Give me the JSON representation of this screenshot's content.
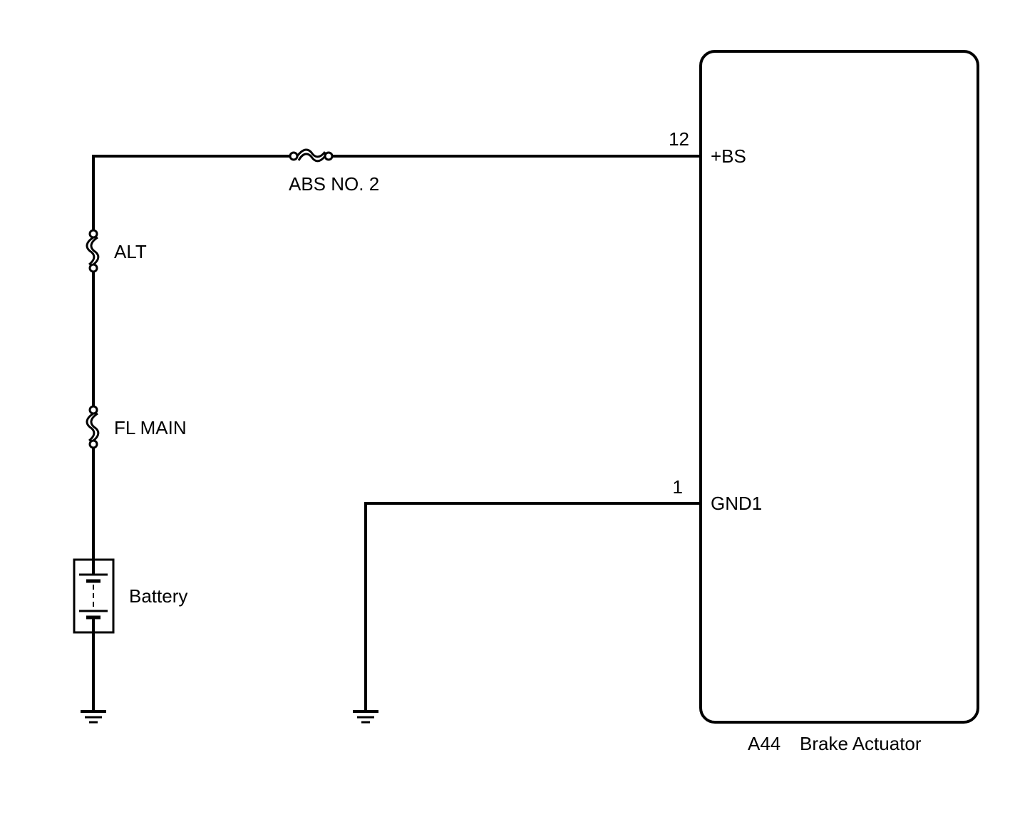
{
  "fuses": {
    "abs_no2": "ABS NO. 2",
    "alt": "ALT",
    "fl_main": "FL MAIN"
  },
  "battery": {
    "label": "Battery"
  },
  "component": {
    "code": "A44",
    "name": "Brake Actuator",
    "pins": [
      {
        "number": "12",
        "name": "+BS"
      },
      {
        "number": "1",
        "name": "GND1"
      }
    ]
  }
}
